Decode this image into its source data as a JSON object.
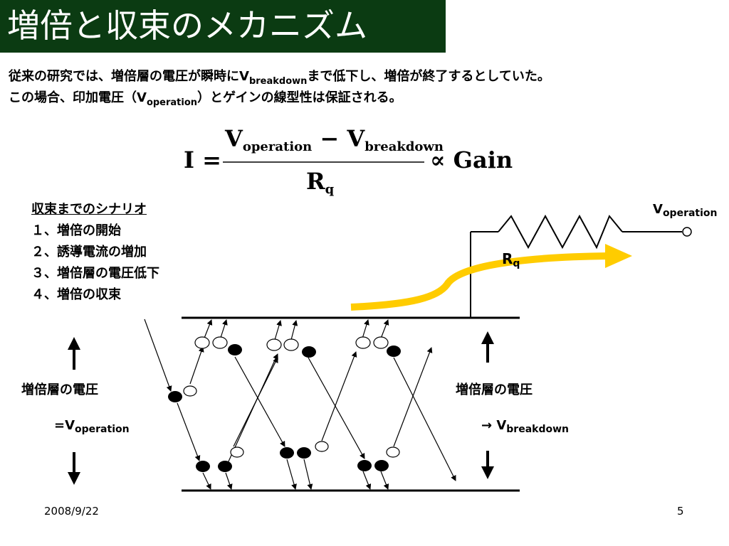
{
  "title": "増倍と収束のメカニズム",
  "intro": {
    "line1_a": "従来の研究では、増倍層の電圧が瞬時にV",
    "line1_sub": "breakdown",
    "line1_b": "まで低下し、増倍が終了するとしていた。",
    "line2_a": "この場合、印加電圧（V",
    "line2_sub": "operation",
    "line2_b": "）とゲインの線型性は保証される。"
  },
  "formula": {
    "lhs": "I =",
    "numerator_v1": "V",
    "numerator_sub1": "operation",
    "minus": "−",
    "numerator_v2": "V",
    "numerator_sub2": "breakdown",
    "denominator": "R",
    "denominator_sub": "q",
    "rhs": "∝ Gain"
  },
  "scenario": {
    "heading": "収束までのシナリオ",
    "steps": [
      "１、増倍の開始",
      "２、誘導電流の増加",
      "３、増倍層の電圧低下",
      "４、増倍の収束"
    ]
  },
  "circuit": {
    "v_label": "V",
    "v_sub": "operation",
    "r_label": "R",
    "r_sub": "q",
    "arrow_color": "#ffcc00"
  },
  "left_panel": {
    "label": "増倍層の電圧",
    "value_prefix": "=V",
    "value_sub": "operation"
  },
  "right_panel": {
    "label": "増倍層の電圧",
    "value_prefix": "→ V",
    "value_sub": "breakdown"
  },
  "footer": {
    "date": "2008/9/22",
    "page": "5"
  },
  "colors": {
    "title_bg": "#0b3b12",
    "title_fg": "#ffffff"
  }
}
